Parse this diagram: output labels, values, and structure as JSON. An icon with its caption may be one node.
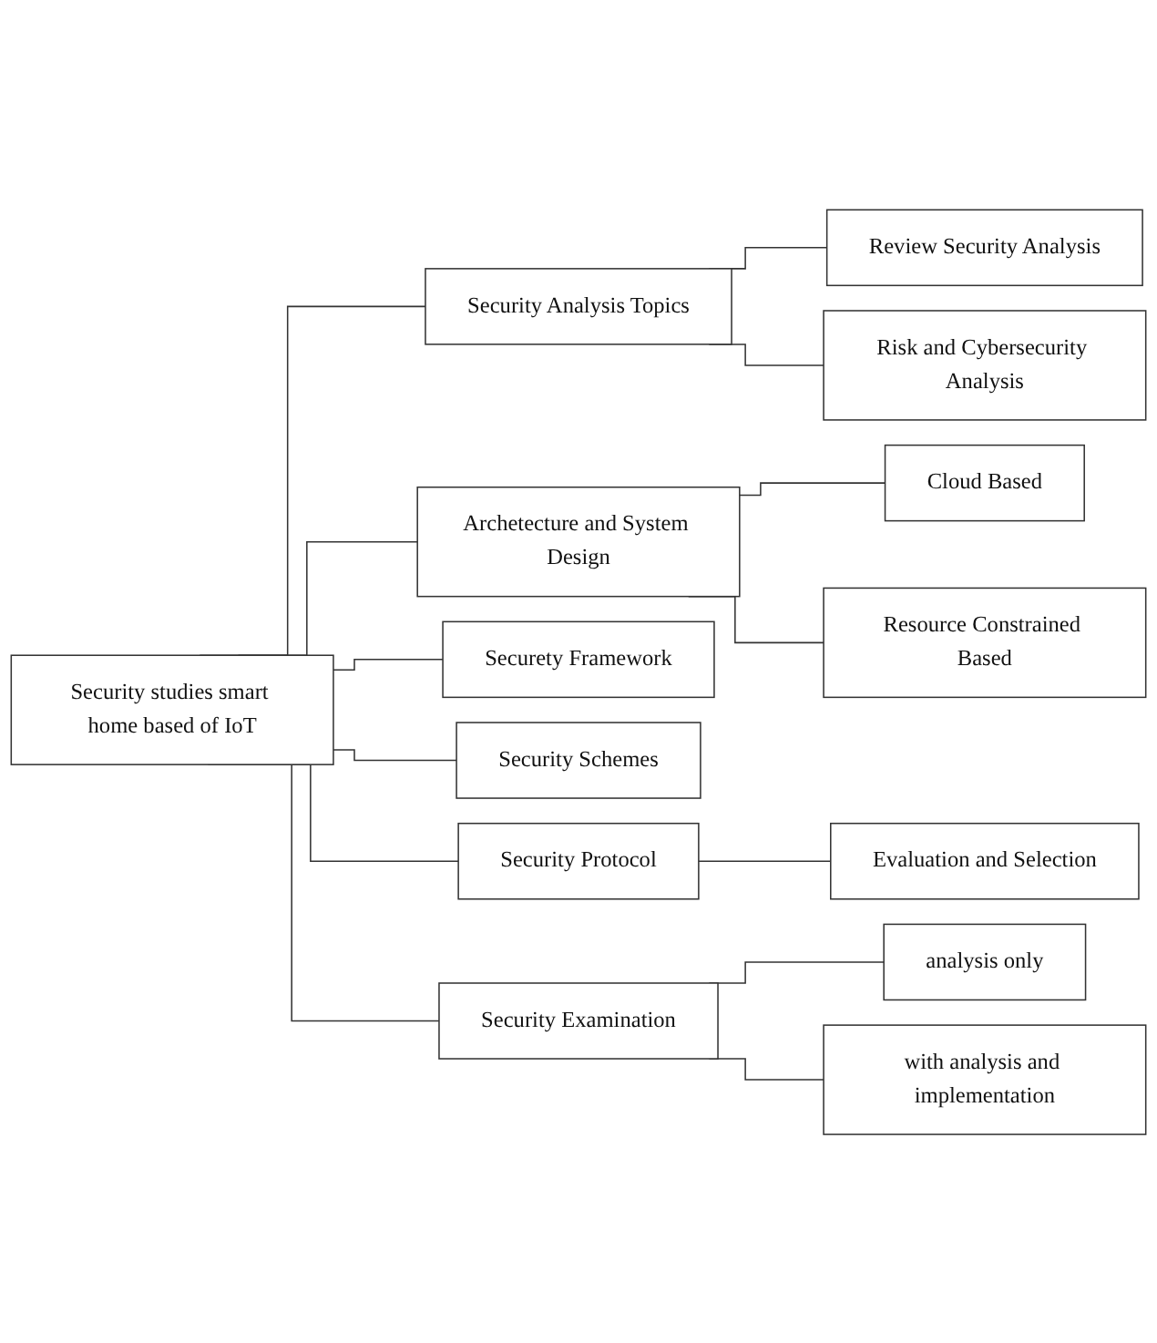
{
  "diagram": {
    "nodes": [
      {
        "text": [
          "Security studies smart home based of IoT"
        ]
      },
      {
        "text": [
          "Security Analysis Topics"
        ]
      },
      {
        "text": [
          "Review Security Analysis"
        ]
      },
      {
        "text": [
          "Risk and Cybersecurity Analysis"
        ]
      },
      {
        "text": [
          "Archetecture and System Design"
        ]
      },
      {
        "text": [
          "Cloud Based"
        ]
      },
      {
        "text": [
          "Resource Constrained Based"
        ]
      },
      {
        "text": [
          "Securety Framework"
        ]
      },
      {
        "text": [
          "Security Schemes"
        ]
      },
      {
        "text": [
          "Security Protocol"
        ]
      },
      {
        "text": [
          "Evaluation and Selection"
        ]
      },
      {
        "text": [
          "Security Examination"
        ]
      },
      {
        "text": [
          "analysis only"
        ]
      },
      {
        "text": [
          "with analysis and implementation"
        ]
      }
    ],
    "edges": [
      {
        "from": 0,
        "to": 1,
        "arrow": "none"
      },
      {
        "from": 0,
        "to": 4,
        "arrow": "none"
      },
      {
        "from": 0,
        "to": 7,
        "arrow": "none"
      },
      {
        "from": 0,
        "to": 8,
        "arrow": "none"
      },
      {
        "from": 0,
        "to": 9,
        "arrow": "none"
      },
      {
        "from": 0,
        "to": 11,
        "arrow": "none"
      },
      {
        "from": 1,
        "to": 2,
        "arrow": "none"
      },
      {
        "from": 1,
        "to": 3,
        "arrow": "none"
      },
      {
        "from": 4,
        "to": 5,
        "arrow": "none"
      },
      {
        "from": 4,
        "to": 6,
        "arrow": "none"
      },
      {
        "from": 9,
        "to": 10,
        "arrow": "none"
      },
      {
        "from": 11,
        "to": 12,
        "arrow": "none"
      },
      {
        "from": 11,
        "to": 13,
        "arrow": "none"
      }
    ]
  }
}
